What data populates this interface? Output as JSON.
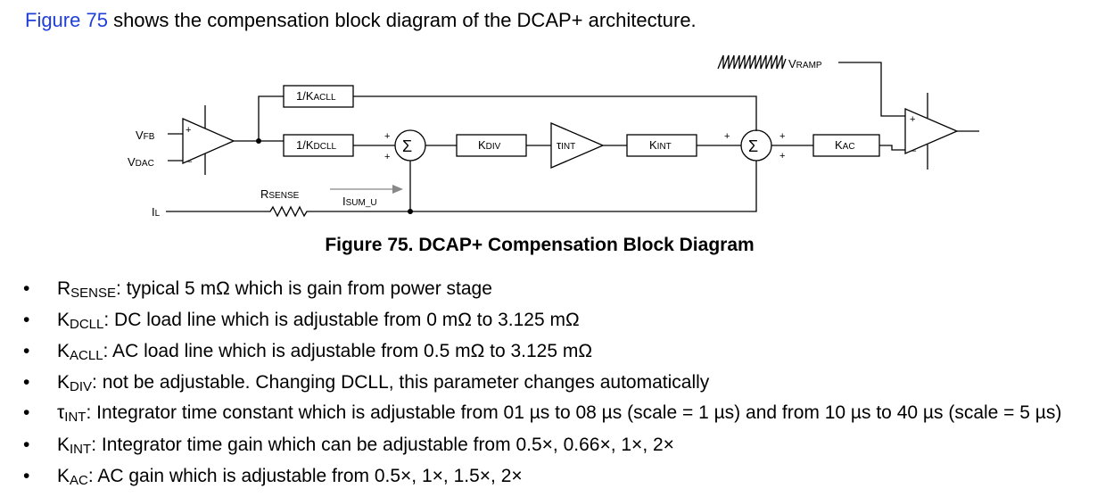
{
  "intro": {
    "link": "Figure 75",
    "rest": " shows the compensation block diagram of the DCAP+ architecture."
  },
  "diagram": {
    "vramp": {
      "main": "V",
      "sub": "RAMP"
    },
    "kacll": {
      "main": "1/K",
      "sub": "ACLL"
    },
    "kdcll": {
      "main": "1/K",
      "sub": "DCLL"
    },
    "vfb": {
      "main": "V",
      "sub": "FB"
    },
    "vdac": {
      "main": "V",
      "sub": "DAC"
    },
    "il": {
      "main": "I",
      "sub": "L"
    },
    "rsense": {
      "main": "R",
      "sub": "SENSE"
    },
    "isum": {
      "main": "I",
      "sub": "SUM_U"
    },
    "sigma": "Σ",
    "kdiv": {
      "main": "K",
      "sub": "DIV"
    },
    "tint": {
      "main": "τ",
      "sub": "INT"
    },
    "kint": {
      "main": "K",
      "sub": "INT"
    },
    "kac": {
      "main": "K",
      "sub": "AC"
    },
    "plus": "+",
    "minus": "–"
  },
  "caption": "Figure 75.  DCAP+ Compensation Block Diagram",
  "bullets": [
    {
      "sym": "R",
      "sub": "SENSE",
      "text": ": typical 5 mΩ which is gain from power stage"
    },
    {
      "sym": "K",
      "sub": "DCLL",
      "text": ": DC load line which is adjustable from 0 mΩ to 3.125 mΩ"
    },
    {
      "sym": "K",
      "sub": "ACLL",
      "text": ": AC load line which is adjustable from 0.5 mΩ to 3.125 mΩ"
    },
    {
      "sym": "K",
      "sub": "DIV",
      "text": ": not be adjustable. Changing DCLL, this parameter changes automatically"
    },
    {
      "sym": "τ",
      "sub": "INT",
      "text": ": Integrator time constant which is adjustable from 01 µs to 08 µs (scale = 1 µs) and from 10 µs to 40 µs (scale = 5 µs)"
    },
    {
      "sym": "K",
      "sub": "INT",
      "text": ": Integrator time gain which can be adjustable from 0.5×, 0.66×, 1×, 2×"
    },
    {
      "sym": "K",
      "sub": "AC",
      "text": ": AC gain which is adjustable from 0.5×, 1×, 1.5×, 2×"
    }
  ],
  "bullet_mark": "•"
}
